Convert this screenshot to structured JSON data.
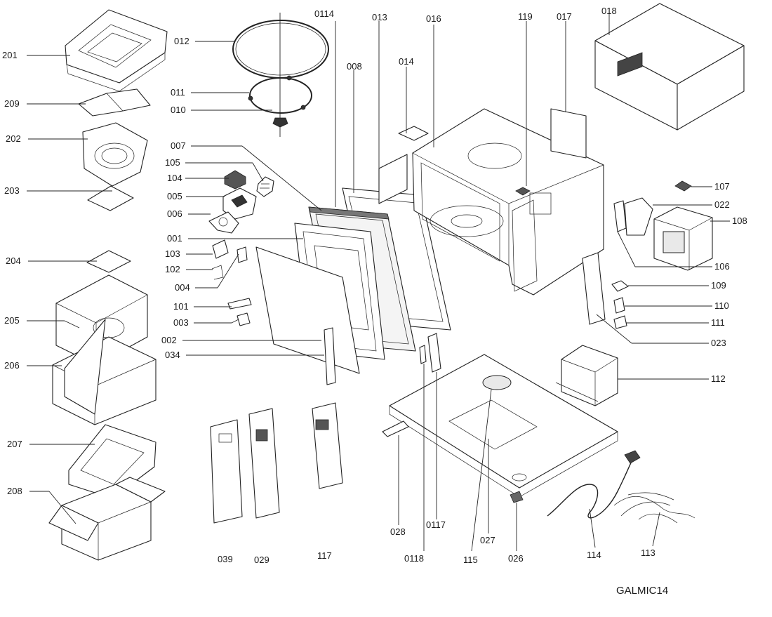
{
  "diagram": {
    "title": "GALMIC14",
    "labels": {
      "201": "201",
      "209": "209",
      "202": "202",
      "203": "203",
      "204": "204",
      "205": "205",
      "206": "206",
      "207": "207",
      "208": "208",
      "012": "012",
      "011": "011",
      "010": "010",
      "007": "007",
      "105": "105",
      "104": "104",
      "005": "005",
      "006": "006",
      "001": "001",
      "103": "103",
      "102": "102",
      "004": "004",
      "101": "101",
      "003": "003",
      "002": "002",
      "034": "034",
      "0114": "0114",
      "008": "008",
      "013": "013",
      "014": "014",
      "016": "016",
      "119": "119",
      "017": "017",
      "018": "018",
      "107": "107",
      "022": "022",
      "108": "108",
      "106": "106",
      "109": "109",
      "110": "110",
      "111": "111",
      "023": "023",
      "112": "112",
      "039": "039",
      "029": "029",
      "117": "117",
      "028": "028",
      "0117": "0117",
      "0118": "0118",
      "115": "115",
      "027": "027",
      "026": "026",
      "114": "114",
      "113": "113"
    }
  }
}
